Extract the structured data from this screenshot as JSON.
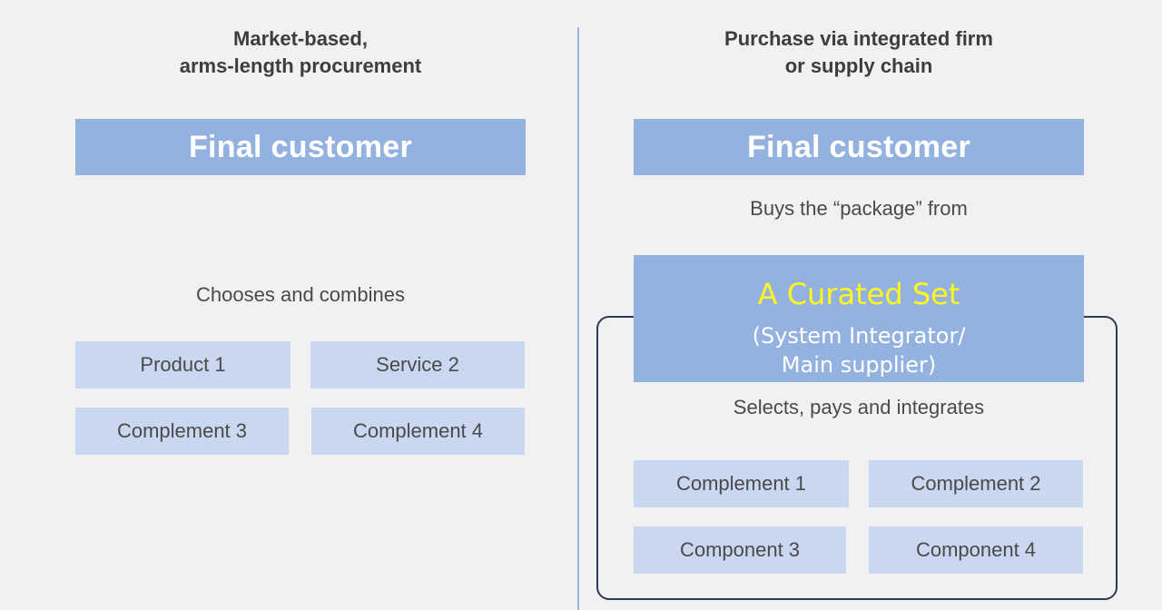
{
  "left": {
    "heading_line1": "Market-based,",
    "heading_line2": "arms-length procurement",
    "banner": "Final customer",
    "caption": "Chooses and combines",
    "tiles": [
      "Product 1",
      "Service 2",
      "Complement 3",
      "Complement 4"
    ]
  },
  "right": {
    "heading_line1": "Purchase via integrated firm",
    "heading_line2": "or supply chain",
    "banner": "Final customer",
    "caption_top": "Buys the “package” from",
    "curated_title": "A Curated Set",
    "curated_sub_line1": "(System Integrator/",
    "curated_sub_line2": "Main supplier)",
    "caption_bottom": "Selects, pays and integrates",
    "tiles": [
      "Complement 1",
      "Complement 2",
      "Component 3",
      "Component 4"
    ]
  },
  "colors": {
    "banner": "#94b2e0",
    "tile": "#c9d7f0",
    "highlight_text": "#fff51f",
    "frame_border": "#2b3a55",
    "divider": "#9fb3d6"
  }
}
